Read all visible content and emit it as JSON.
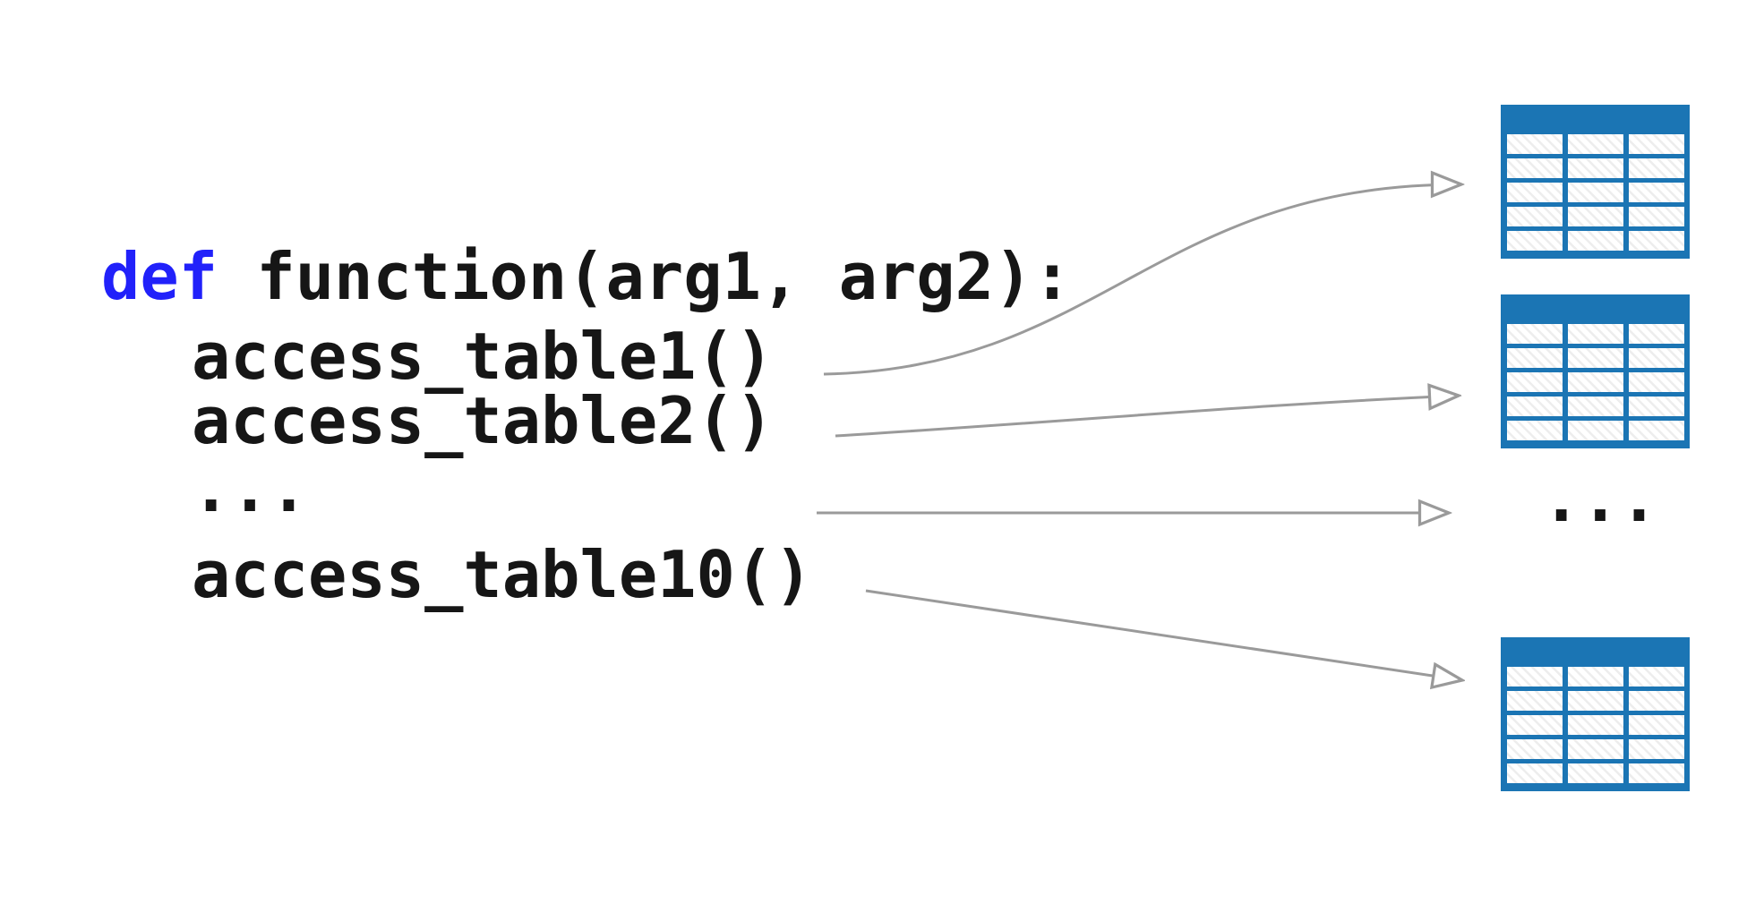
{
  "diagram": {
    "code": {
      "keyword": "def",
      "signature": " function(arg1, arg2):",
      "calls": [
        "access_table1()",
        "access_table2()",
        "...",
        "access_table10()"
      ]
    },
    "right_ellipsis": "...",
    "icons": {
      "table": "table-grid-icon",
      "arrowhead": "open-triangle-arrowhead"
    },
    "colors": {
      "keyword_blue": "#2121fa",
      "code_black": "#161616",
      "table_blue": "#1b75b4",
      "cell_hatch_gray": "#ededed",
      "arrow_gray": "#9a9a9a"
    }
  }
}
